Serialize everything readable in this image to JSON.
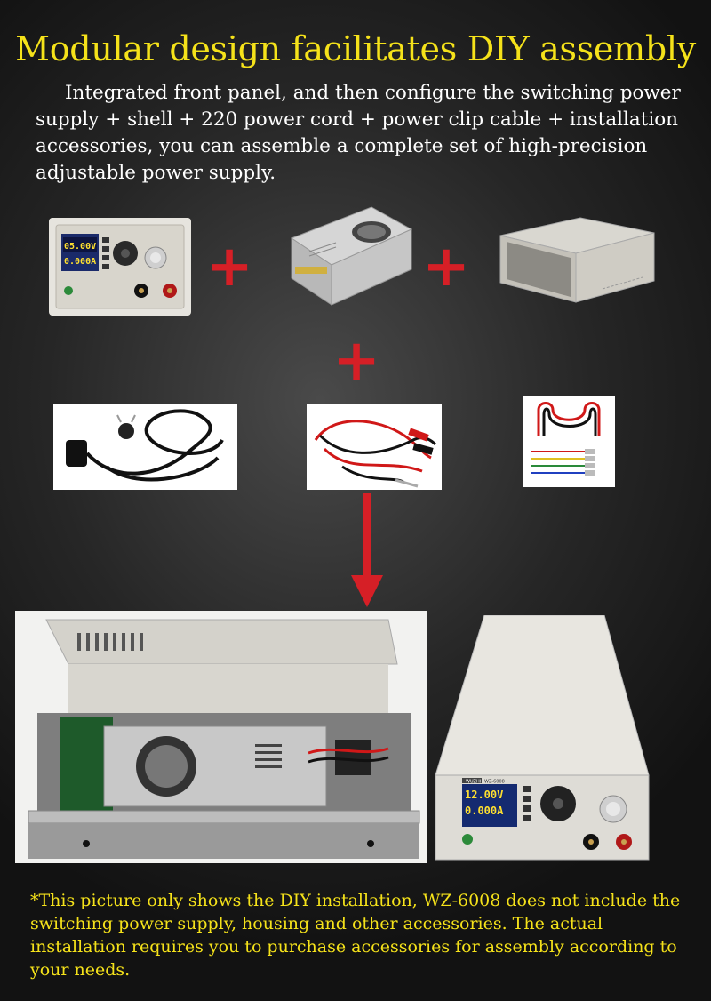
{
  "header": {
    "title": "Modular design facilitates DIY assembly",
    "intro": "Integrated front panel, and then configure the switching power supply + shell + 220 power cord + power clip cable + installation accessories, you can assemble a complete set of high-precision adjustable power supply."
  },
  "plus_sign": "+",
  "components": {
    "panel": {
      "voltage": "05.00V",
      "current": "0.000A"
    },
    "assembled": {
      "brand": "WUZHI",
      "model": "WZ-6008",
      "voltage": "12.00V",
      "current": "0.000A"
    }
  },
  "colors": {
    "title": "#f5e21a",
    "plus": "#d61f26",
    "arrow": "#d61f26",
    "note": "#f5e21a"
  },
  "footer": {
    "note": "*This picture only shows the DIY installation, WZ-6008 does not include the switching power supply, housing and other accessories. The actual installation requires you to purchase accessories for assembly according to your needs."
  }
}
